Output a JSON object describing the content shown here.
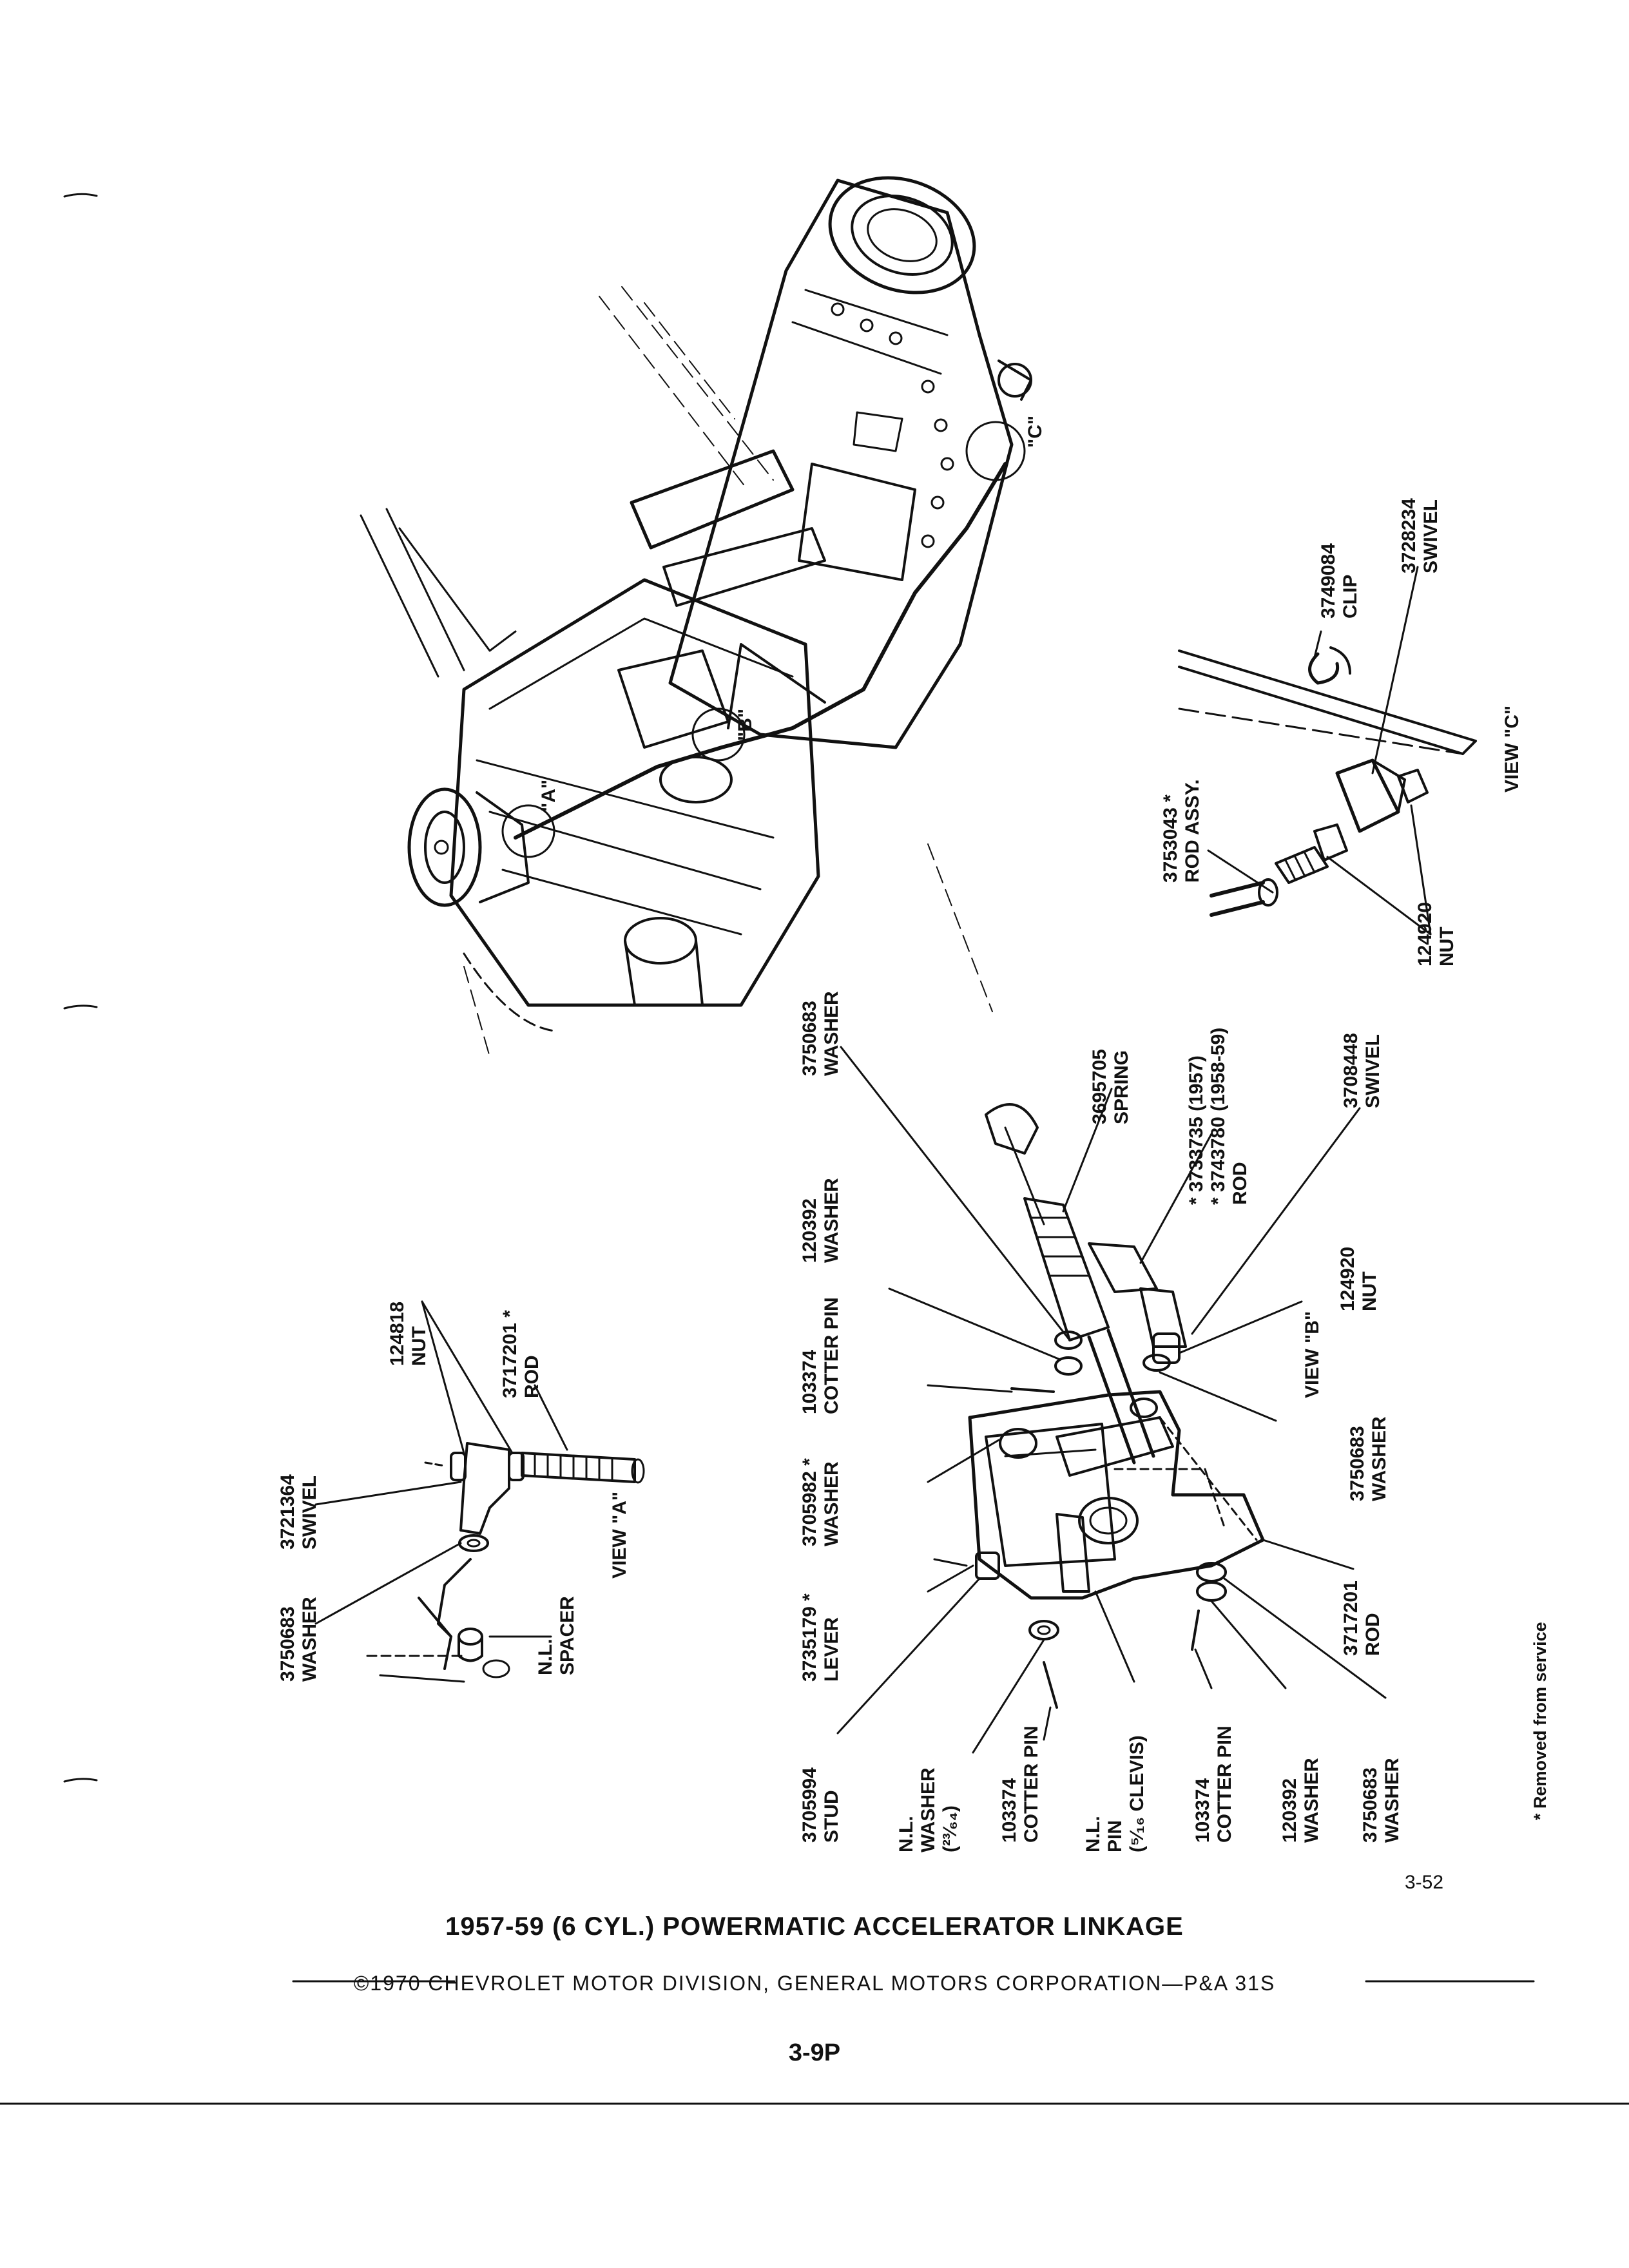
{
  "title": "1957-59 (6 CYL.) POWERMATIC ACCELERATOR LINKAGE",
  "copyright": "©1970 CHEVROLET MOTOR DIVISION, GENERAL MOTORS CORPORATION—P&A 31S",
  "page_number": "3-9P",
  "figure_ref": "3-52",
  "footnote": "* Removed from service",
  "engine_callouts": {
    "a": "\"A\"",
    "b": "\"B\"",
    "c": "\"C\""
  },
  "view_a": {
    "caption": "VIEW \"A\"",
    "labels": [
      {
        "id": "nut",
        "lines": [
          "124818",
          "NUT"
        ]
      },
      {
        "id": "rod",
        "lines": [
          "3717201 *",
          "ROD"
        ]
      },
      {
        "id": "swivel",
        "lines": [
          "3721364",
          "SWIVEL"
        ]
      },
      {
        "id": "washer",
        "lines": [
          "3750683",
          "WASHER"
        ]
      },
      {
        "id": "spacer",
        "lines": [
          "N.L.",
          "SPACER"
        ]
      }
    ]
  },
  "view_b": {
    "caption": "VIEW \"B\"",
    "labels": [
      {
        "id": "washer-top",
        "lines": [
          "3750683",
          "WASHER"
        ]
      },
      {
        "id": "spring",
        "lines": [
          "3695705",
          "SPRING"
        ]
      },
      {
        "id": "washer-120392",
        "lines": [
          "120392",
          "WASHER"
        ]
      },
      {
        "id": "rod-3733735",
        "lines": [
          "* 3733735 (1957)",
          "* 3743780 (1958-59)",
          "ROD"
        ]
      },
      {
        "id": "swivel",
        "lines": [
          "3708448",
          "SWIVEL"
        ]
      },
      {
        "id": "cotter-top",
        "lines": [
          "103374",
          "COTTER PIN"
        ]
      },
      {
        "id": "washer-3705982",
        "lines": [
          "3705982 *",
          "WASHER"
        ]
      },
      {
        "id": "nut",
        "lines": [
          "124920",
          "NUT"
        ]
      },
      {
        "id": "lever",
        "lines": [
          "3735179 *",
          "LEVER"
        ]
      },
      {
        "id": "washer-mid",
        "lines": [
          "3750683",
          "WASHER"
        ]
      },
      {
        "id": "rod-3717201",
        "lines": [
          "3717201",
          "ROD"
        ]
      },
      {
        "id": "stud",
        "lines": [
          "3705994",
          "STUD"
        ]
      },
      {
        "id": "nl-washer",
        "lines": [
          "N.L.",
          "WASHER",
          "(²³⁄₆₄)"
        ]
      },
      {
        "id": "cotter-bl",
        "lines": [
          "103374",
          "COTTER PIN"
        ]
      },
      {
        "id": "nl-pin",
        "lines": [
          "N.L.",
          "PIN",
          "(⁵⁄₁₆ CLEVIS)"
        ]
      },
      {
        "id": "cotter-br",
        "lines": [
          "103374",
          "COTTER PIN"
        ]
      },
      {
        "id": "washer-br",
        "lines": [
          "120392",
          "WASHER"
        ]
      },
      {
        "id": "washer-br2",
        "lines": [
          "3750683",
          "WASHER"
        ]
      }
    ]
  },
  "view_c": {
    "caption": "VIEW \"C\"",
    "labels": [
      {
        "id": "clip",
        "lines": [
          "3749084",
          "CLIP"
        ]
      },
      {
        "id": "swivel",
        "lines": [
          "3728234",
          "SWIVEL"
        ]
      },
      {
        "id": "rod-assy",
        "lines": [
          "3753043 *",
          "ROD ASSY."
        ]
      },
      {
        "id": "nut",
        "lines": [
          "124920",
          "NUT"
        ]
      }
    ]
  }
}
